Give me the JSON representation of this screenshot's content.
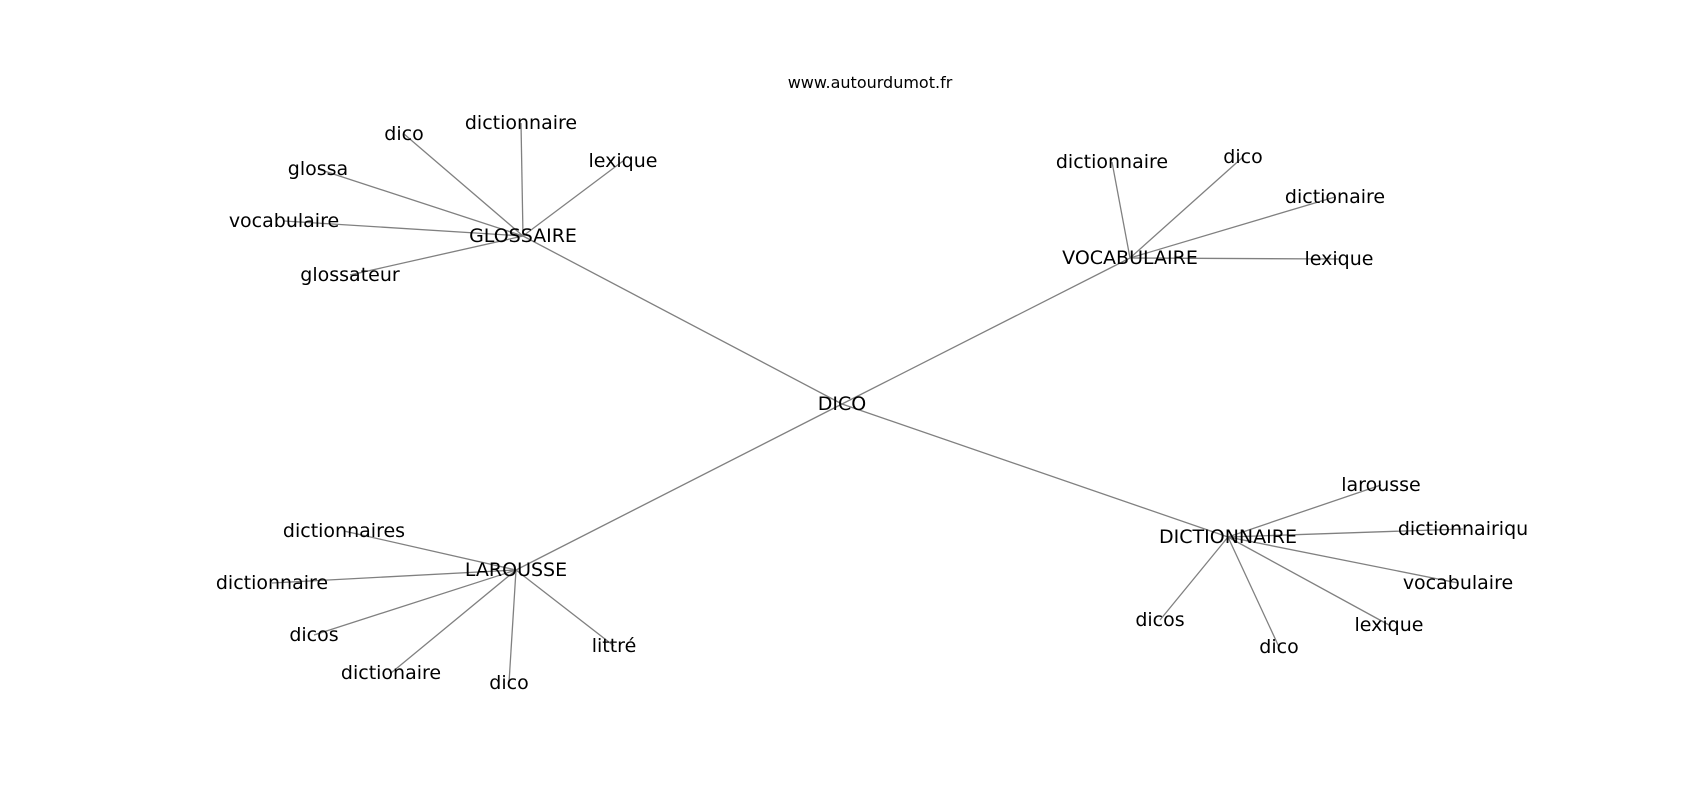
{
  "source": "www.autourdumot.fr",
  "graph": {
    "center": "DICO",
    "hubs": [
      {
        "label": "GLOSSAIRE",
        "leaves": [
          "dico",
          "dictionnaire",
          "lexique",
          "glossa",
          "vocabulaire",
          "glossateur"
        ]
      },
      {
        "label": "VOCABULAIRE",
        "leaves": [
          "dictionnaire",
          "dico",
          "dictionaire",
          "lexique"
        ]
      },
      {
        "label": "LAROUSSE",
        "leaves": [
          "dictionnaires",
          "dictionnaire",
          "dicos",
          "dictionaire",
          "dico",
          "littré"
        ]
      },
      {
        "label": "DICTIONNAIRE",
        "leaves": [
          "larousse",
          "dictionnairiqu",
          "vocabulaire",
          "lexique",
          "dico",
          "dicos"
        ]
      }
    ]
  }
}
